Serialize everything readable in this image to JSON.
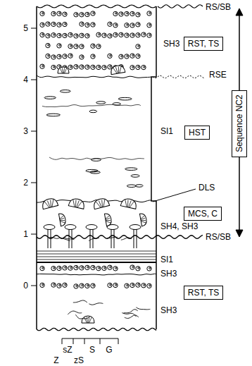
{
  "diagram": {
    "nodes": [
      {
        "text": [
          "RST, TS"
        ]
      },
      {
        "text": [
          "Sequence NC2"
        ]
      },
      {
        "text": [
          "HST"
        ]
      },
      {
        "text": [
          "MCS, C"
        ]
      },
      {
        "text": [
          "RST, TS"
        ]
      }
    ],
    "labels": [
      "RS/SB",
      "5",
      "SH3",
      "4",
      "RSE",
      "3",
      "SI1",
      "2",
      "DLS",
      "SH4, SH3",
      "1",
      "RS/SB",
      "SI1",
      "SH3",
      "0",
      "SH3",
      "Z",
      "sZ",
      "zS",
      "S",
      "G"
    ]
  }
}
